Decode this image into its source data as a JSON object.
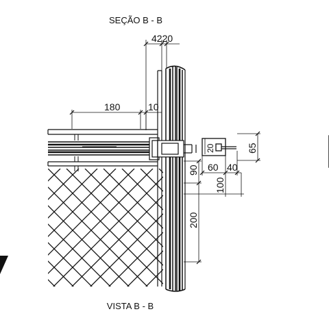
{
  "section_title": "SEÇÃO B - B",
  "view_title": "VISTA  B - B",
  "dimensions": {
    "d4220": "4220",
    "d180": "180",
    "d10": "10",
    "d20": "20",
    "d65": "65",
    "d60": "60",
    "d40": "40",
    "d90": "90",
    "d100": "100",
    "d200": "200"
  },
  "colors": {
    "line": "#111111",
    "background": "#ffffff"
  }
}
